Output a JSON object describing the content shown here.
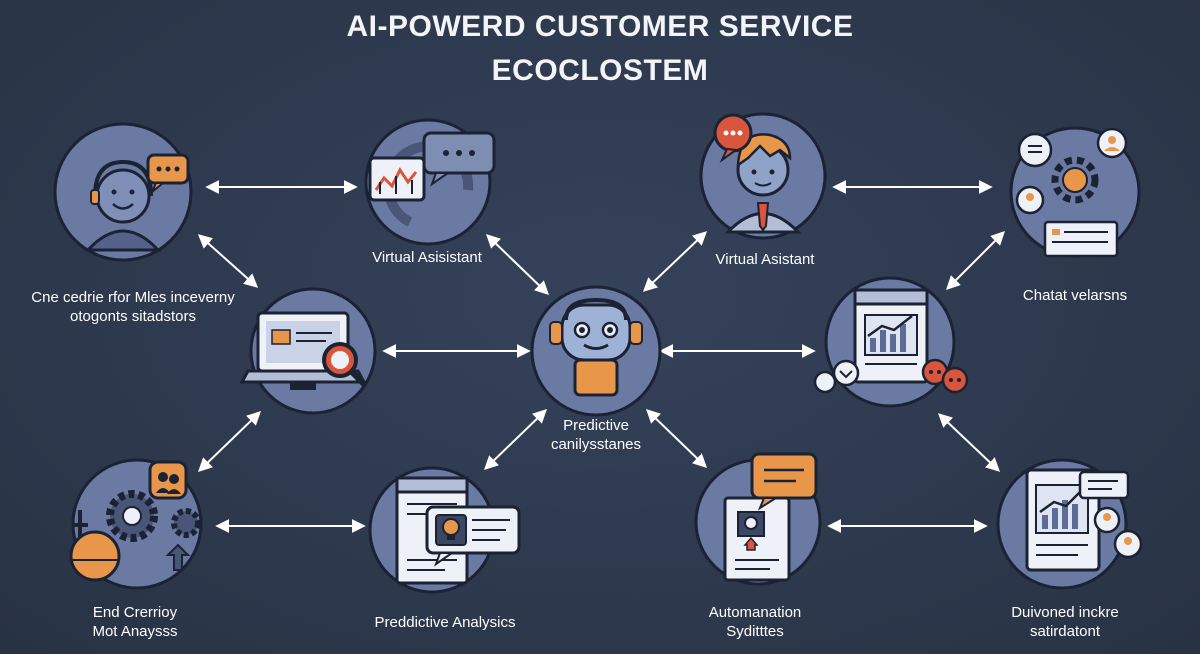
{
  "title": {
    "line1": "AI-POWERD CUSTOMER SERVICE",
    "line2": "ECOCLOSTEM"
  },
  "colors": {
    "background": "#2f3a4f",
    "node_fill": "#6a7aa3",
    "outline": "#1b2233",
    "accent_orange": "#e8974a",
    "accent_red": "#d9553b",
    "arrow": "#ffffff",
    "text": "#ffffff"
  },
  "labels": {
    "top_left": {
      "line1": "Cne cedrie rfor Mles inceverny",
      "line2": "otogonts sitadstors"
    },
    "top_center_left": {
      "line1": "Virtual Asisistant"
    },
    "top_center_right": {
      "line1": "Virtual Asistant"
    },
    "top_right": {
      "line1": "Chatat velarsns"
    },
    "center": {
      "line1": "Predictive",
      "line2": "canilysstanes"
    },
    "bottom_left": {
      "line1": "End Crerrioy",
      "line2": "Mot Anaysss"
    },
    "bottom_center_left": {
      "line1": "Preddictive Analysics"
    },
    "bottom_center_right": {
      "line1": "Automanation",
      "line2": "Syditttes"
    },
    "bottom_right": {
      "line1": "Duivoned inckre",
      "line2": "satirdatont"
    }
  },
  "nodes": [
    {
      "id": "agent-headset",
      "icon": "customer-agent-headset-icon"
    },
    {
      "id": "virtual-assistant-chart",
      "icon": "chat-analytics-icon"
    },
    {
      "id": "human-agent",
      "icon": "business-agent-icon"
    },
    {
      "id": "network-users",
      "icon": "user-network-icon"
    },
    {
      "id": "laptop-search",
      "icon": "laptop-search-icon"
    },
    {
      "id": "ai-robot",
      "icon": "ai-robot-icon"
    },
    {
      "id": "report-chart",
      "icon": "analytics-report-icon"
    },
    {
      "id": "gears-bot",
      "icon": "gear-automation-icon"
    },
    {
      "id": "document-bulb",
      "icon": "idea-document-icon"
    },
    {
      "id": "automation-doc",
      "icon": "automation-document-icon"
    },
    {
      "id": "dashboard-users",
      "icon": "dashboard-users-icon"
    }
  ]
}
